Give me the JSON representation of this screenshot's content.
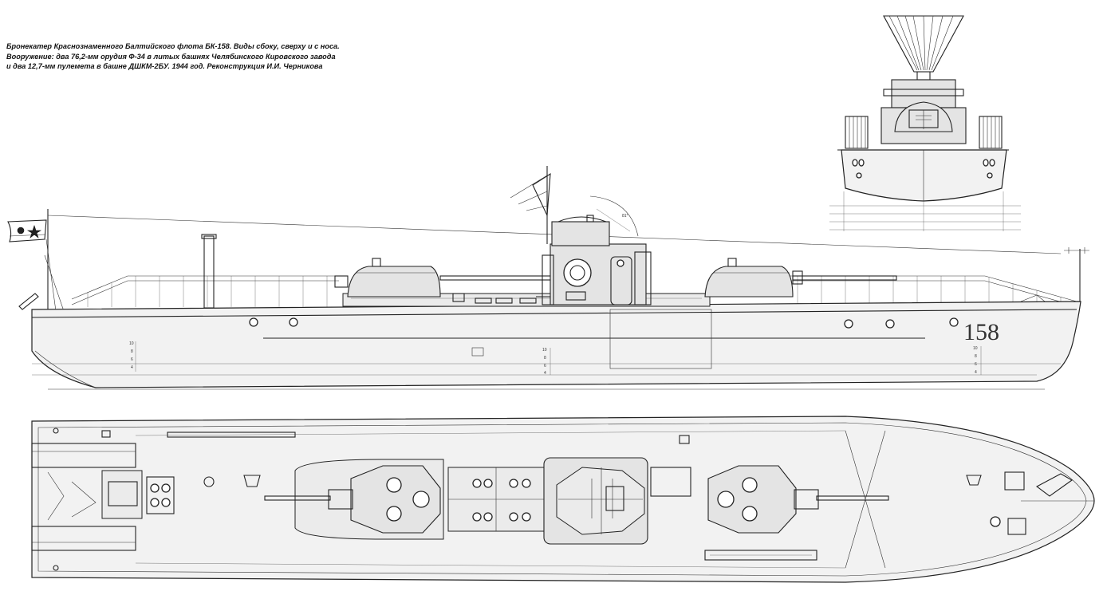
{
  "caption": {
    "line1": "Бронекатер Краснознаменного Балтийского флота БК-158. Виды сбоку, сверху и с носа.",
    "line2": "Вооружение: два 76,2-мм орудия Ф-34 в литых башнях Челябинского Кировского завода",
    "line3": "и два 12,7-мм пулемета в башне ДШКМ-2БУ. 1944 год. Реконструкция И.И. Черникова"
  },
  "side_view": {
    "hull_number": "158",
    "draft_marks_aft": [
      "10",
      "8",
      "6",
      "4"
    ],
    "draft_marks_mid": [
      "10",
      "8",
      "6",
      "4"
    ],
    "draft_marks_fore": [
      "10",
      "8",
      "6",
      "4"
    ],
    "angle_label": "81°"
  },
  "colors": {
    "line": "#222222",
    "paper": "#ffffff",
    "fill": "#f2f2f2"
  }
}
